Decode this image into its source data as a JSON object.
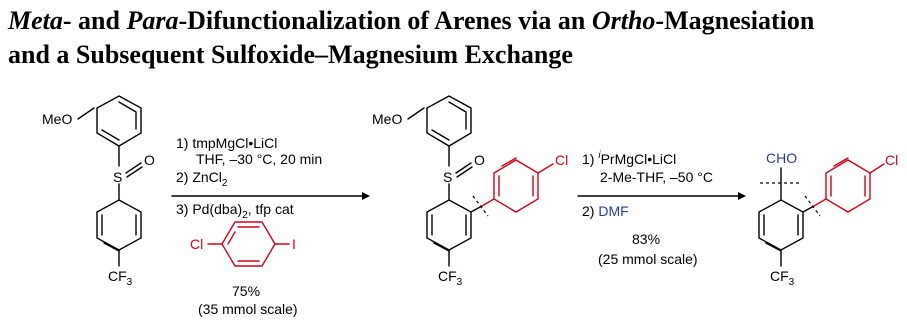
{
  "title": {
    "part1": "Meta",
    "part2": "- and ",
    "part3": "Para",
    "part4": "-Difunctionalization of Arenes via an ",
    "part5": "Ortho",
    "part6": "-Magnesiation",
    "line2": "and a Subsequent Sulfoxide–Magnesium Exchange"
  },
  "labels": {
    "meo": "MeO",
    "sulfur": "S",
    "oxygen": "O",
    "cf3": "CF",
    "cf3_sub": "3",
    "cl": "Cl",
    "iodo": "I",
    "cho": "CHO"
  },
  "step1": {
    "reagent1": "1) tmpMgCl•LiCl",
    "conditions1": "THF, –30 °C, 20 min",
    "reagent2": "2) ZnCl",
    "reagent2_sub": "2",
    "reagent3": "3) Pd(dba)",
    "reagent3_sub": "2",
    "reagent3_tail": ", tfp cat",
    "yield": "75%",
    "scale": "(35 mmol scale)"
  },
  "step2": {
    "reagent1_prefix": "1) ",
    "reagent1_sup": "i",
    "reagent1_main": "PrMgCl•LiCl",
    "conditions1": "2-Me-THF, –50 °C",
    "reagent2_prefix": "2) ",
    "reagent2_main": "DMF",
    "yield": "83%",
    "scale": "(25 mmol scale)"
  },
  "colors": {
    "red": "#d0021b",
    "blue": "#2b3a9a",
    "black": "#000000"
  }
}
